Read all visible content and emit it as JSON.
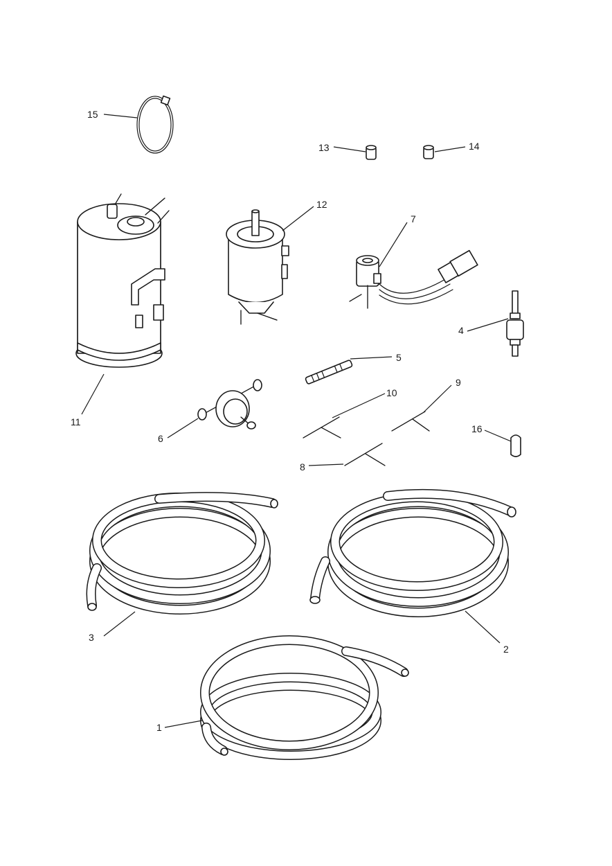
{
  "callouts": [
    {
      "id": "c1",
      "label": "1"
    },
    {
      "id": "c2",
      "label": "2"
    },
    {
      "id": "c3",
      "label": "3"
    },
    {
      "id": "c4",
      "label": "4"
    },
    {
      "id": "c5",
      "label": "5"
    },
    {
      "id": "c6",
      "label": "6"
    },
    {
      "id": "c7",
      "label": "7"
    },
    {
      "id": "c8",
      "label": "8"
    },
    {
      "id": "c9",
      "label": "9"
    },
    {
      "id": "c10",
      "label": "10"
    },
    {
      "id": "c11",
      "label": "11"
    },
    {
      "id": "c12",
      "label": "12"
    },
    {
      "id": "c13",
      "label": "13"
    },
    {
      "id": "c14",
      "label": "14"
    },
    {
      "id": "c15",
      "label": "15"
    },
    {
      "id": "c16",
      "label": "16"
    }
  ],
  "colors": {
    "line": "#1a1a1a",
    "background": "#ffffff",
    "shade": "#d9d9d9"
  }
}
